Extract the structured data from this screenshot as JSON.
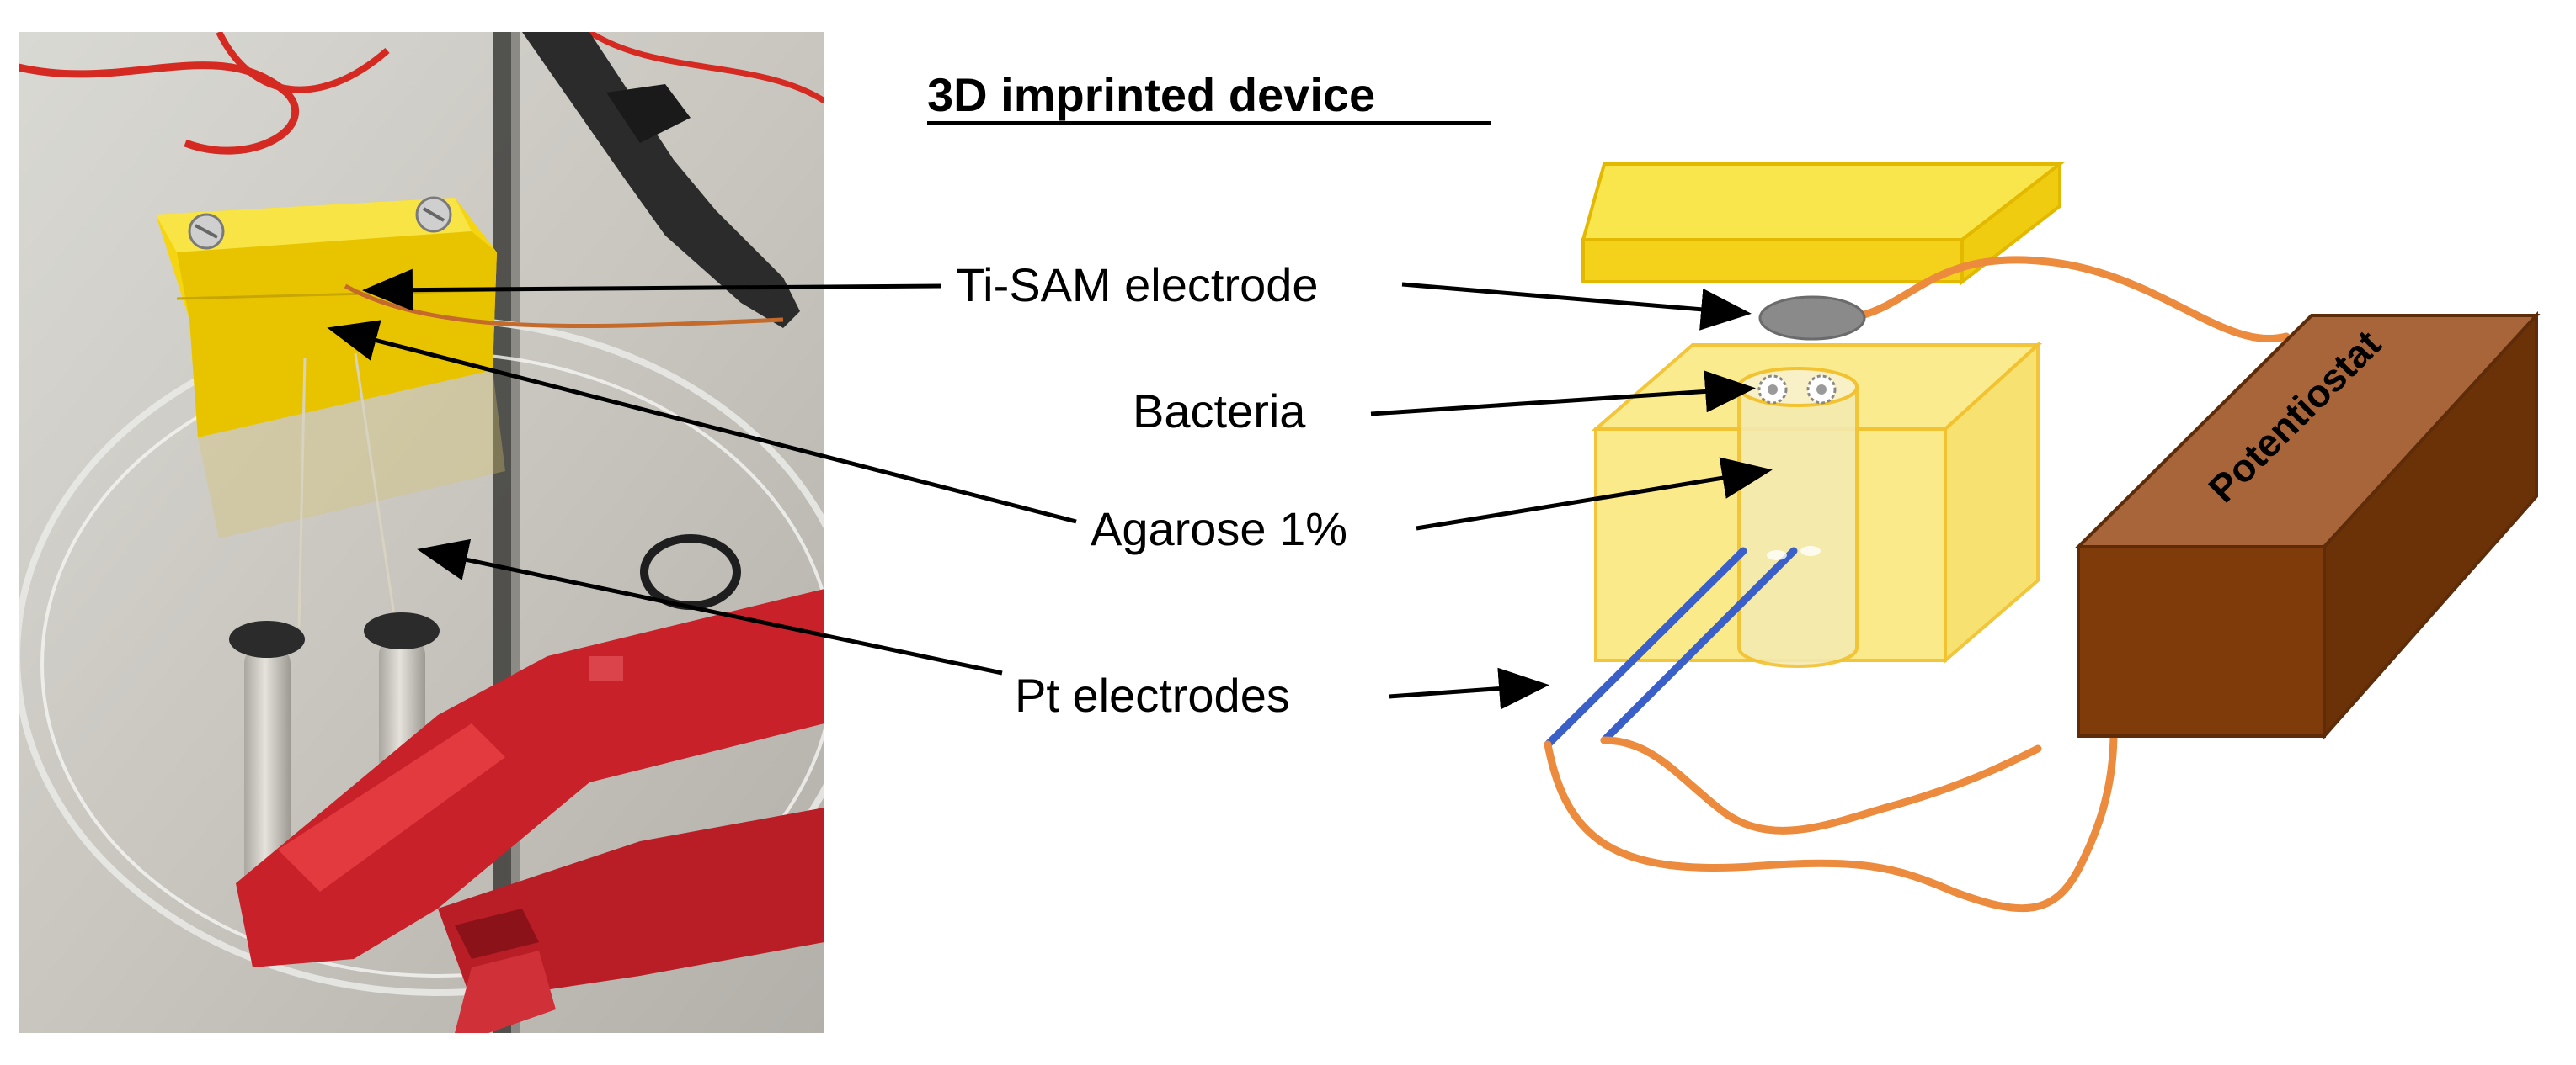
{
  "figure": {
    "title": "3D imprinted device",
    "labels": {
      "ti_sam": "Ti-SAM electrode",
      "bacteria": "Bacteria",
      "agarose": "Agarose 1%",
      "pt": "Pt electrodes"
    },
    "potentiostat": "Potentiostat"
  },
  "colors": {
    "device_yellow": "#f7e24a",
    "device_edge": "#e3b800",
    "wire_orange": "#ec8a3d",
    "box_front": "#7f3c0a",
    "box_top": "#a9653a",
    "electrode_blue": "#3a5fc8",
    "disc_gray": "#8a8a8a"
  }
}
